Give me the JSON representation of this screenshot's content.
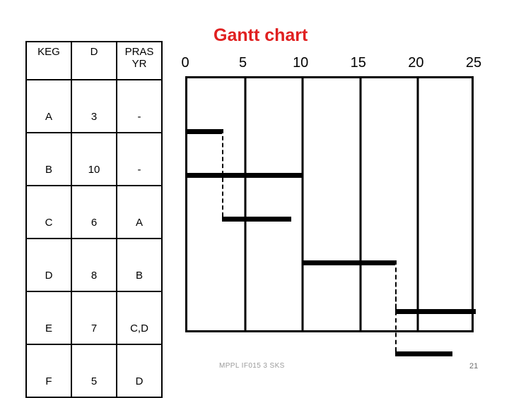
{
  "slide": {
    "title": "Gantt chart",
    "title_color": "#E02020",
    "footer_note": "MPPL IF015    3 SKS",
    "page_number": "21"
  },
  "table": {
    "headers": [
      "KEG",
      "D",
      "PRAS YR"
    ],
    "header_keg": "KEG",
    "header_d": "D",
    "header_pras": "PRAS",
    "header_yr": "YR",
    "rows": [
      {
        "keg": "A",
        "d": "3",
        "pras": "-"
      },
      {
        "keg": "B",
        "d": "10",
        "pras": "-"
      },
      {
        "keg": "C",
        "d": "6",
        "pras": "A"
      },
      {
        "keg": "D",
        "d": "8",
        "pras": "B"
      },
      {
        "keg": "E",
        "d": "7",
        "pras": "C,D"
      },
      {
        "keg": "F",
        "d": "5",
        "pras": "D"
      }
    ]
  },
  "chart_data": {
    "type": "bar",
    "title": "Gantt chart",
    "xlabel": "",
    "ylabel": "",
    "xlim": [
      0,
      25
    ],
    "grid": true,
    "orientation": "horizontal-gantt",
    "tick_labels": [
      "0",
      "5",
      "10",
      "15",
      "20",
      "25"
    ],
    "ticks": [
      0,
      5,
      10,
      15,
      20,
      25
    ],
    "categories": [
      "A",
      "B",
      "C",
      "D",
      "E",
      "F"
    ],
    "tasks": [
      {
        "name": "A",
        "start": 0,
        "duration": 3,
        "end": 3,
        "predecessors": "-"
      },
      {
        "name": "B",
        "start": 0,
        "duration": 10,
        "end": 10,
        "predecessors": "-"
      },
      {
        "name": "C",
        "start": 3,
        "duration": 6,
        "end": 9,
        "predecessors": "A"
      },
      {
        "name": "D",
        "start": 10,
        "duration": 8,
        "end": 18,
        "predecessors": "B"
      },
      {
        "name": "E",
        "start": 18,
        "duration": 7,
        "end": 25,
        "predecessors": "C,D"
      },
      {
        "name": "F",
        "start": 18,
        "duration": 5,
        "end": 23,
        "predecessors": "D"
      }
    ],
    "dependency_links": [
      {
        "from": "A",
        "to": "C",
        "at": 3
      },
      {
        "from": "D",
        "to": "E",
        "at": 18
      },
      {
        "from": "D",
        "to": "F",
        "at": 18
      }
    ]
  }
}
